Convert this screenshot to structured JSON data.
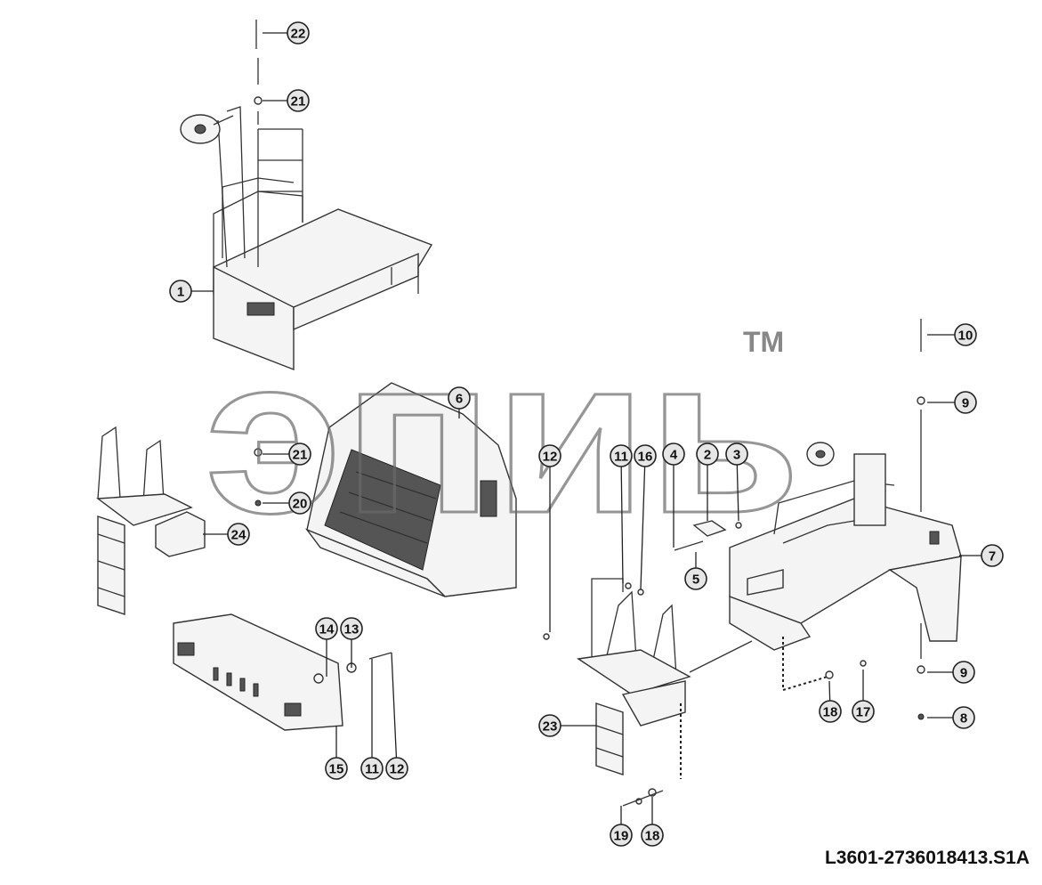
{
  "watermark": {
    "text": "эпиь",
    "trademark": "TM"
  },
  "drawing_id": "L3601-2736018413.S1A",
  "callouts": [
    {
      "label": "22"
    },
    {
      "label": "21"
    },
    {
      "label": "1"
    },
    {
      "label": "6"
    },
    {
      "label": "21"
    },
    {
      "label": "20"
    },
    {
      "label": "24"
    },
    {
      "label": "14"
    },
    {
      "label": "13"
    },
    {
      "label": "15"
    },
    {
      "label": "11"
    },
    {
      "label": "12"
    },
    {
      "label": "12"
    },
    {
      "label": "11"
    },
    {
      "label": "16"
    },
    {
      "label": "4"
    },
    {
      "label": "2"
    },
    {
      "label": "3"
    },
    {
      "label": "5"
    },
    {
      "label": "10"
    },
    {
      "label": "9"
    },
    {
      "label": "7"
    },
    {
      "label": "9"
    },
    {
      "label": "8"
    },
    {
      "label": "18"
    },
    {
      "label": "17"
    },
    {
      "label": "23"
    },
    {
      "label": "19"
    },
    {
      "label": "18"
    }
  ]
}
